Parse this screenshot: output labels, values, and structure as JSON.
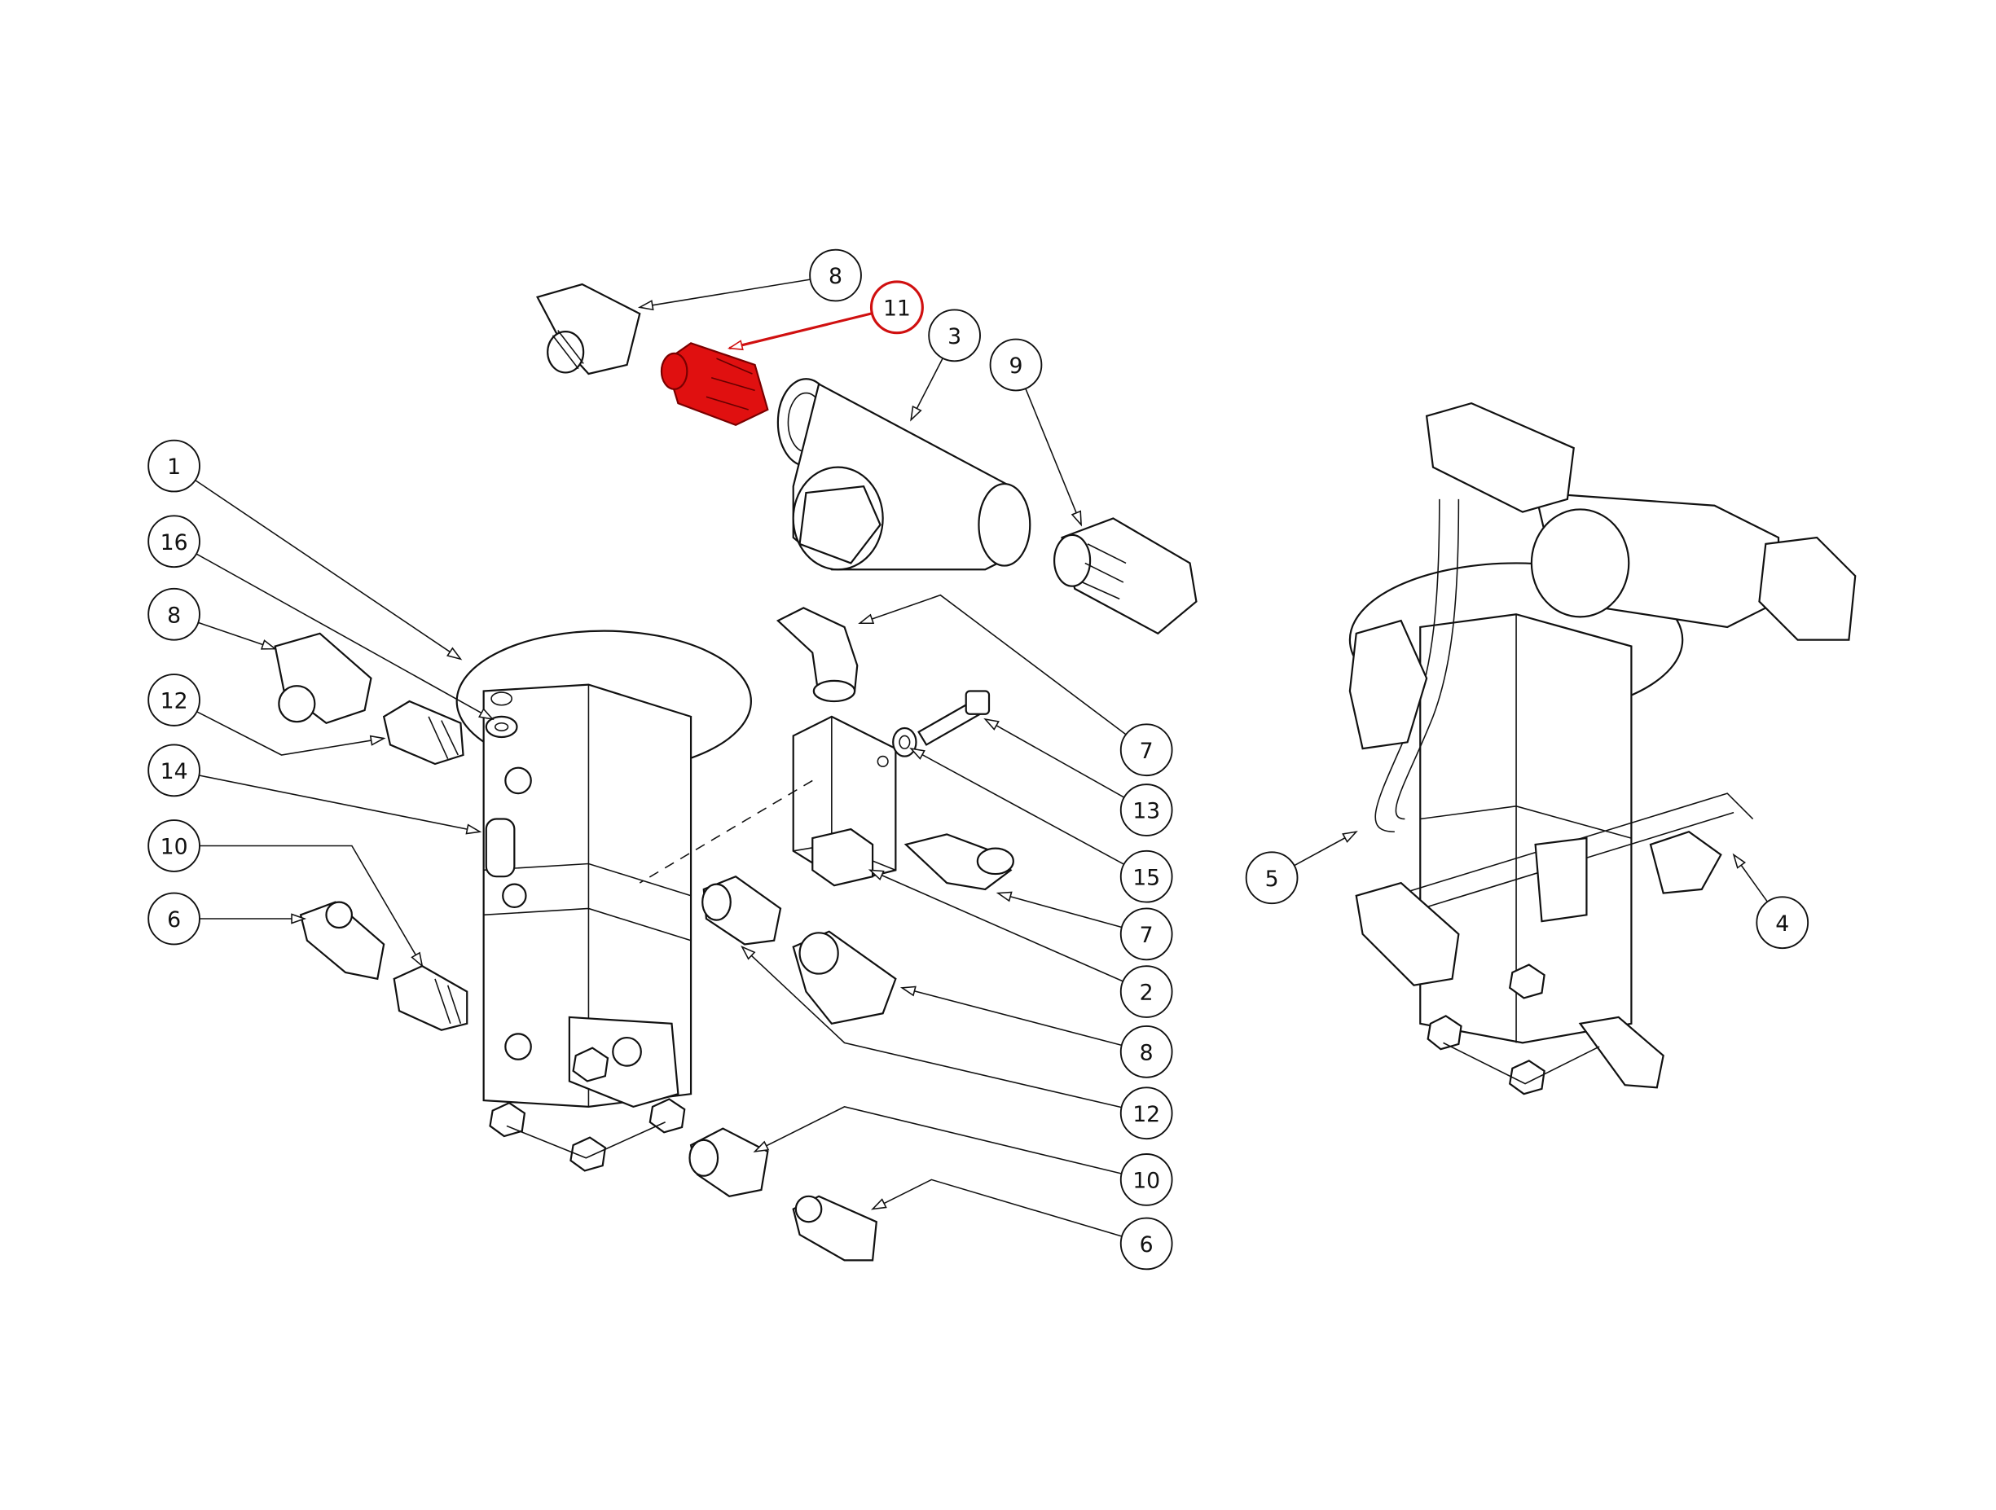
{
  "diagram": {
    "type": "exploded-parts-diagram",
    "highlight_color": "#e01010",
    "highlighted_item": "11",
    "balloons": [
      {
        "label": "8"
      },
      {
        "label": "11",
        "highlighted": true
      },
      {
        "label": "3"
      },
      {
        "label": "9"
      },
      {
        "label": "1"
      },
      {
        "label": "16"
      },
      {
        "label": "8"
      },
      {
        "label": "12"
      },
      {
        "label": "14"
      },
      {
        "label": "10"
      },
      {
        "label": "6"
      },
      {
        "label": "7"
      },
      {
        "label": "13"
      },
      {
        "label": "15"
      },
      {
        "label": "7"
      },
      {
        "label": "2"
      },
      {
        "label": "8"
      },
      {
        "label": "12"
      },
      {
        "label": "10"
      },
      {
        "label": "6"
      },
      {
        "label": "5"
      },
      {
        "label": "4"
      }
    ]
  }
}
